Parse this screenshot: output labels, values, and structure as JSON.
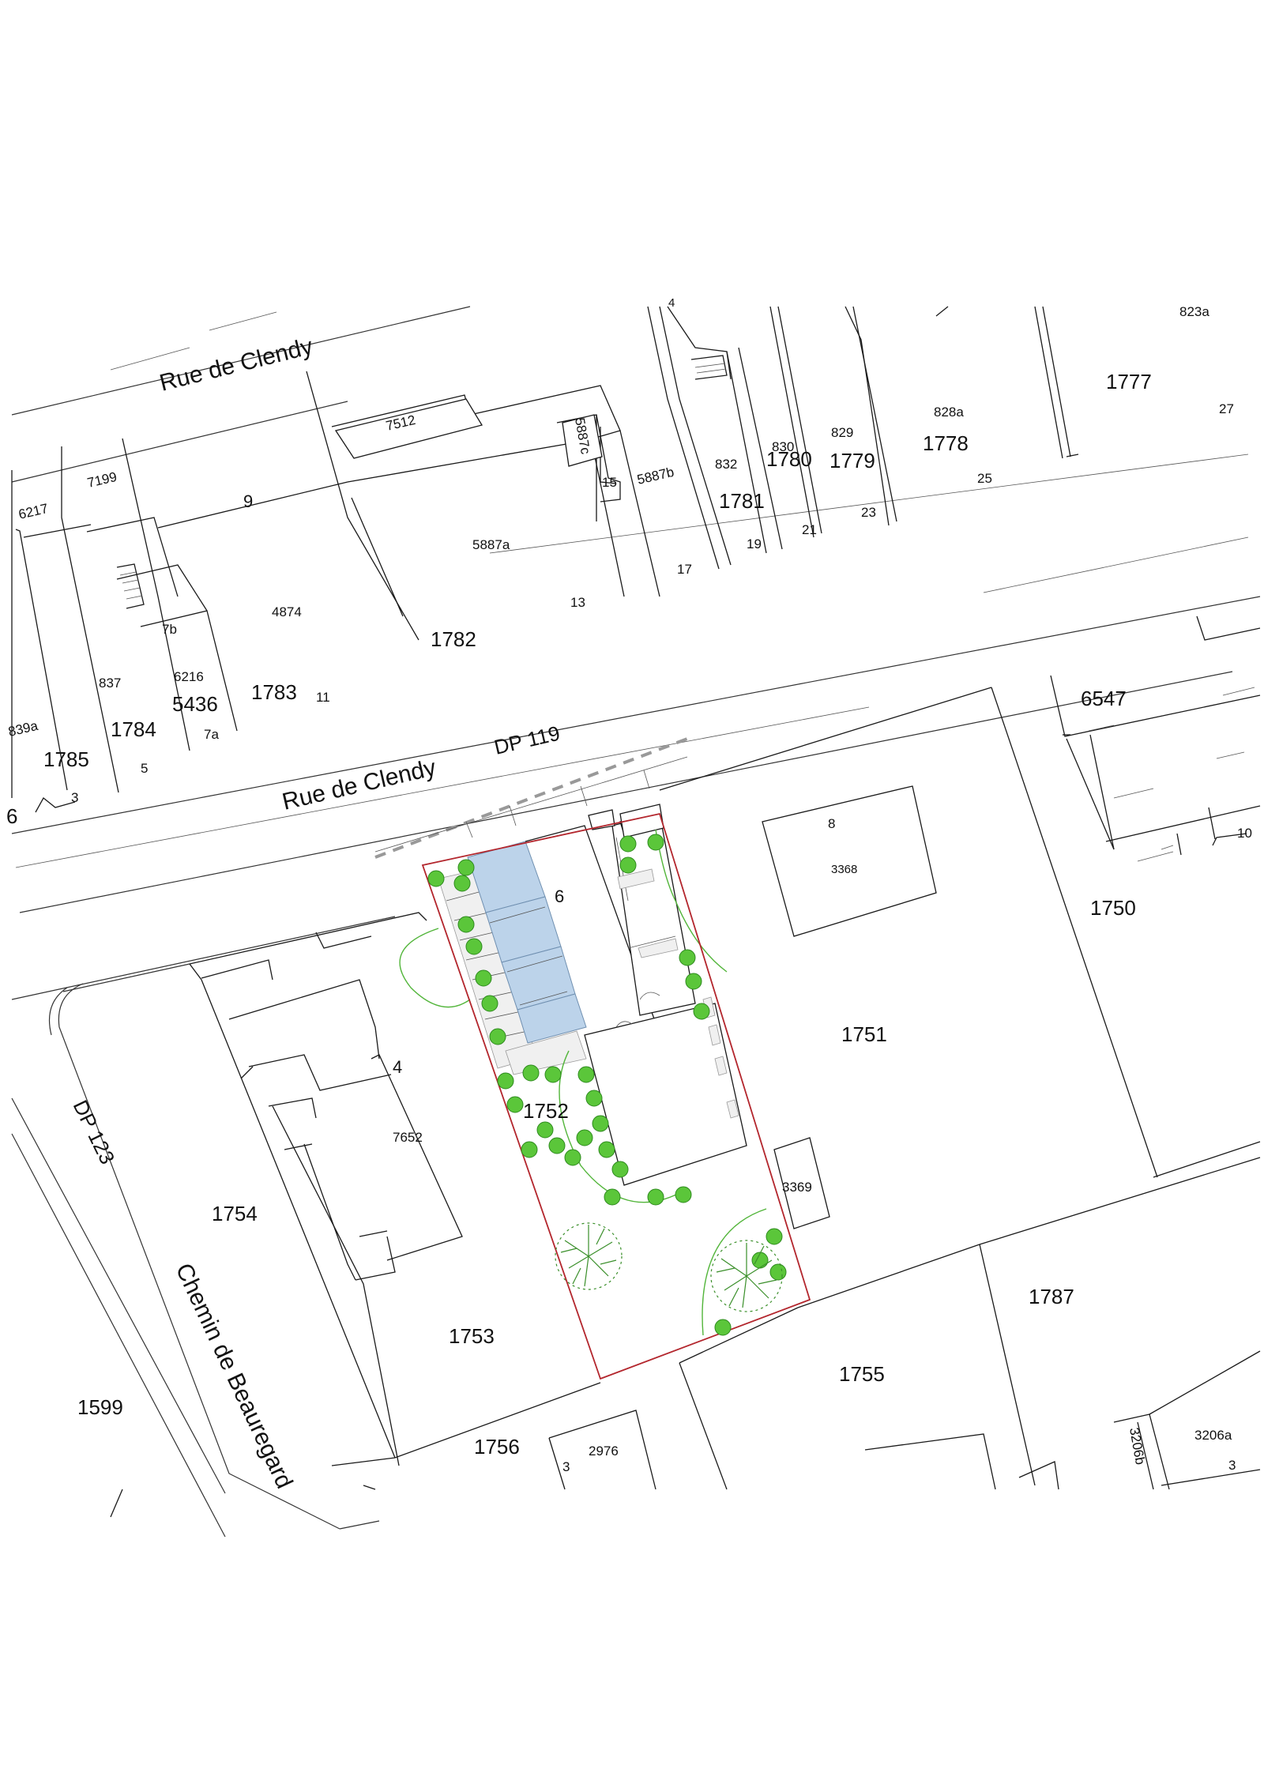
{
  "streets": {
    "rue_clendy_top": "Rue de Clendy",
    "rue_clendy_main": "Rue de Clendy",
    "dp_119": "DP 119",
    "dp_123": "DP 123",
    "chemin_beauregard": "Chemin de Beauregard"
  },
  "parcels": {
    "p6217": "6217",
    "p7199": "7199",
    "p9": "9",
    "p7512": "7512",
    "p5887c": "5887c",
    "p15": "15",
    "p5887b": "5887b",
    "p832": "832",
    "p830": "830",
    "p829": "829",
    "p828a": "828a",
    "p1777": "1777",
    "p27": "27",
    "p823a": "823a",
    "p4top": "4",
    "p1780": "1780",
    "p1779": "1779",
    "p1778": "1778",
    "p1781": "1781",
    "p25": "25",
    "p23": "23",
    "p21": "21",
    "p19": "19",
    "p17": "17",
    "p13": "13",
    "p5887a": "5887a",
    "p4874": "4874",
    "p1782": "1782",
    "p1783": "1783",
    "p11": "11",
    "p7b": "7b",
    "p6216": "6216",
    "p5436": "5436",
    "p7a": "7a",
    "p837": "837",
    "p1784": "1784",
    "p839a": "839a",
    "p1785": "1785",
    "p5": "5",
    "p3": "3",
    "p6edge": "6",
    "p6547": "6547",
    "p10": "10",
    "p8": "8",
    "p3368": "3368",
    "p1750": "1750",
    "p1751": "1751",
    "p6site": "6",
    "p1752": "1752",
    "p4mid": "4",
    "p7652": "7652",
    "p1754": "1754",
    "p3369": "3369",
    "p1787": "1787",
    "p1753": "1753",
    "p1755": "1755",
    "p1599": "1599",
    "p1756": "1756",
    "p2976": "2976",
    "p3b": "3",
    "p3206b": "3206b",
    "p3206a": "3206a",
    "p3c": "3"
  },
  "colors": {
    "site_boundary": "#b3262d",
    "parking": "#bcd3ea",
    "trees": "#5bc63a"
  }
}
